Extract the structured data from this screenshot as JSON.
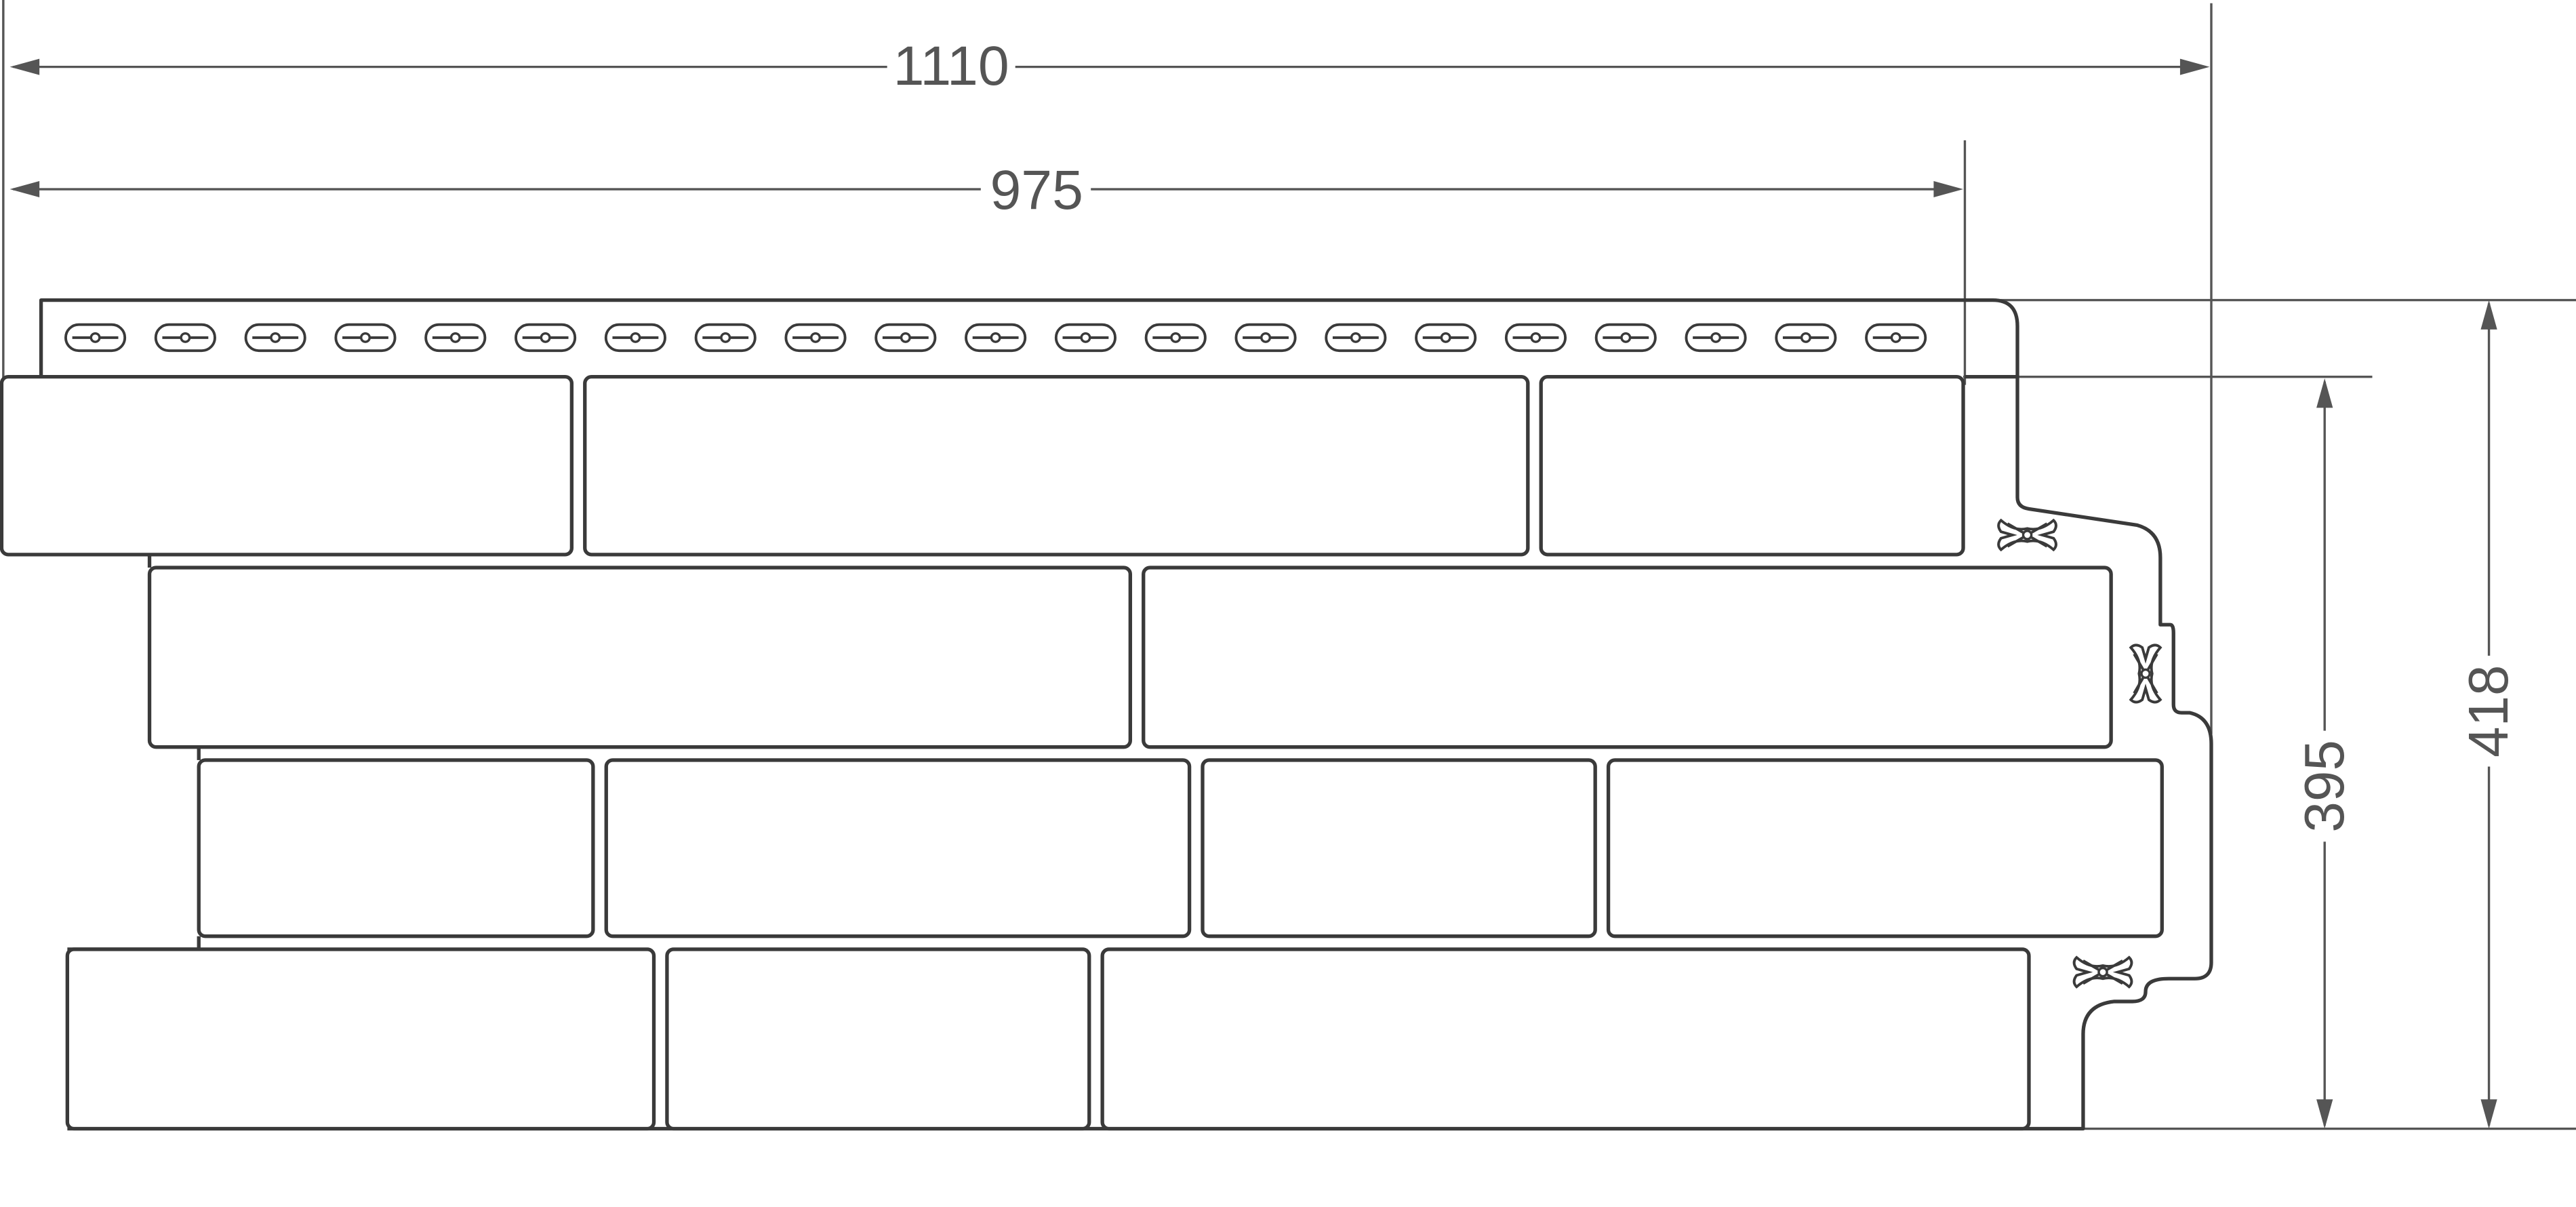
{
  "panel": {
    "brick_rows": 4,
    "nail_slot_count": 21
  },
  "dimensions": {
    "overall_width": "1110",
    "working_width": "975",
    "overall_height": "418",
    "working_height": "395"
  },
  "colors": {
    "outline": "#3a3a3a",
    "dimension": "#555555",
    "background": "#ffffff"
  }
}
